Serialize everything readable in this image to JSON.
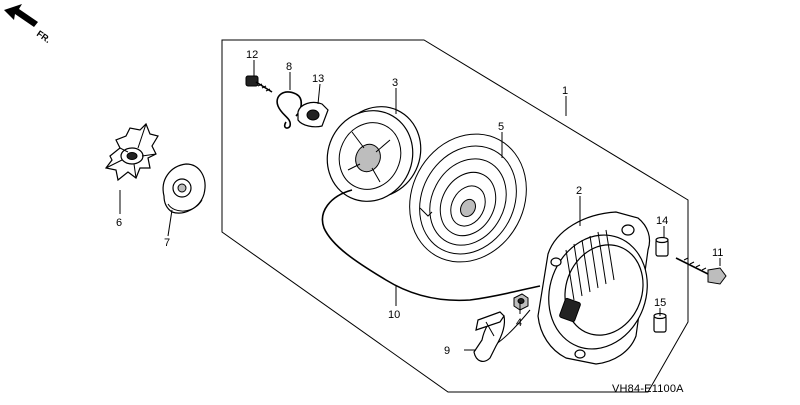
{
  "direction_marker": {
    "label": "FR.",
    "icon": "direction-arrow-icon"
  },
  "diagram_code": "VH84-E1100A",
  "callouts": {
    "p1": "1",
    "p2": "2",
    "p3": "3",
    "p4": "4",
    "p5": "5",
    "p6": "6",
    "p7": "7",
    "p8": "8",
    "p9": "9",
    "p10": "10",
    "p11": "11",
    "p12": "12",
    "p13": "13",
    "p14": "14",
    "p15": "15"
  }
}
